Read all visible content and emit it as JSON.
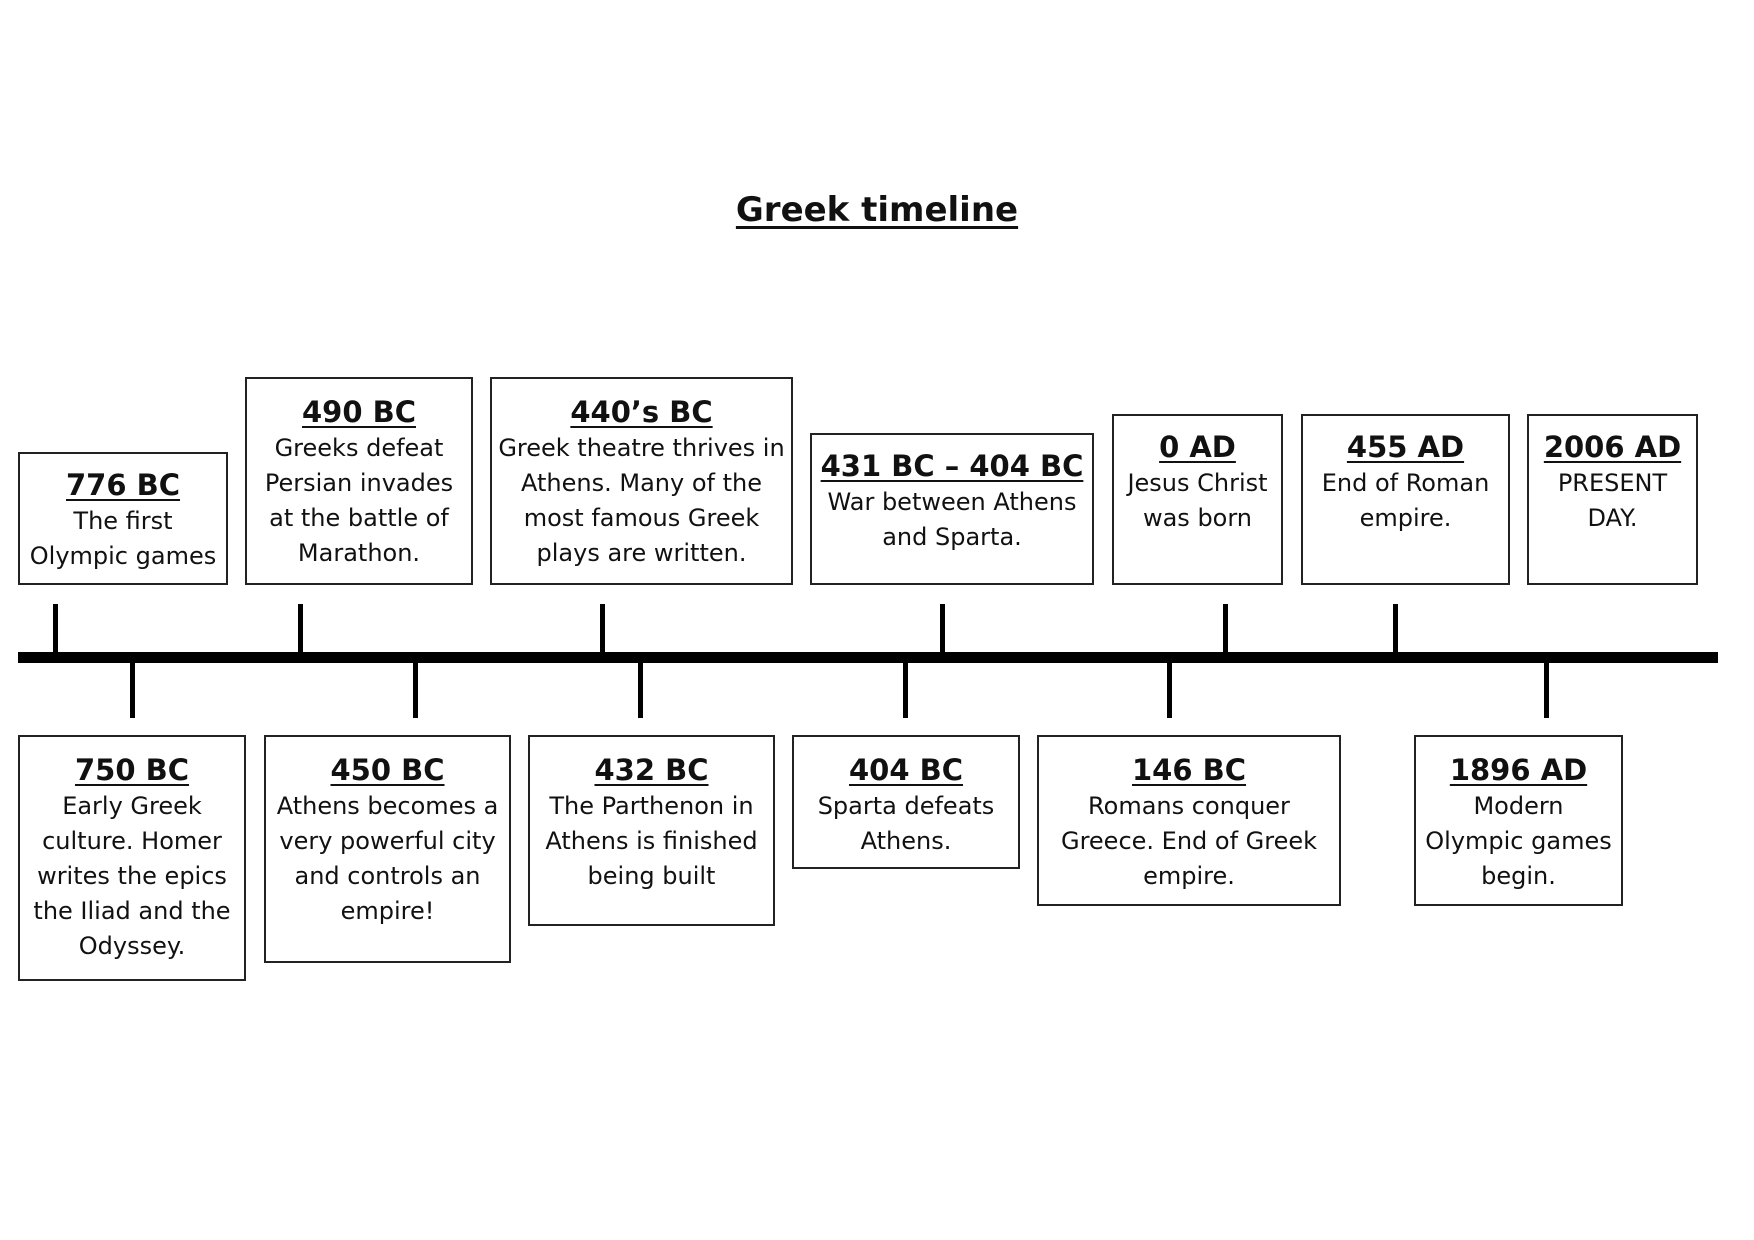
{
  "title": "Greek timeline",
  "events": {
    "e776bc": {
      "date": "776 BC",
      "text": "The first Olympic games"
    },
    "e750bc": {
      "date": "750 BC",
      "text": "Early Greek culture. Homer writes the epics the Iliad and the Odyssey."
    },
    "e490bc": {
      "date": "490 BC",
      "text": "Greeks defeat Persian invades at the battle of Marathon."
    },
    "e450bc": {
      "date": "450 BC",
      "text": "Athens becomes a very powerful city and controls an empire!"
    },
    "e440sbc": {
      "date": "440’s BC",
      "text": "Greek theatre thrives in Athens. Many of the most famous Greek plays are written."
    },
    "e432bc": {
      "date": "432 BC",
      "text": "The Parthenon in Athens is finished being built"
    },
    "e404bc": {
      "date": "404 BC",
      "text": "Sparta defeats Athens."
    },
    "e431bc_404bc": {
      "date": "431 BC – 404 BC",
      "text": "War between Athens and Sparta."
    },
    "e146bc": {
      "date": "146 BC",
      "text": "Romans conquer Greece. End of Greek empire."
    },
    "e0ad": {
      "date": "0 AD",
      "text": "Jesus Christ was born"
    },
    "e455ad": {
      "date": "455 AD",
      "text": "End of Roman empire."
    },
    "e1896ad": {
      "date": "1896 AD",
      "text": "Modern Olympic games begin."
    },
    "e2006ad": {
      "date": "2006 AD",
      "text": "PRESENT DAY."
    }
  }
}
